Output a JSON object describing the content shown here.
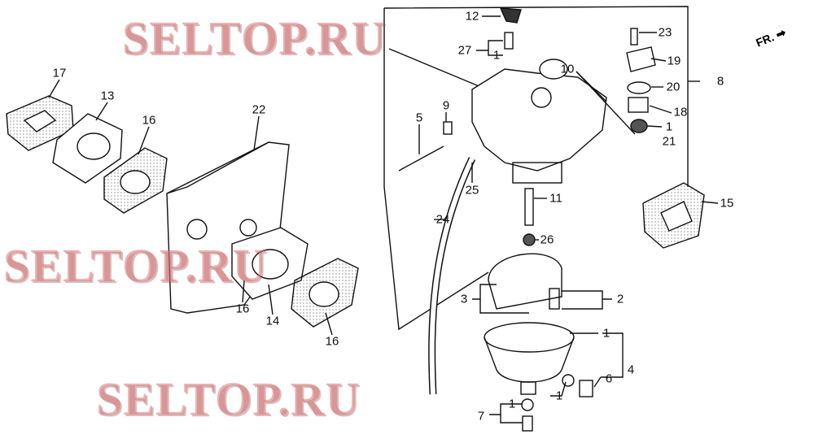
{
  "diagram": {
    "orientation_label": "FR.",
    "watermarks": [
      "SELTOP.RU",
      "SELTOP.RU",
      "SELTOP.RU"
    ],
    "callouts": [
      "17",
      "13",
      "16",
      "22",
      "16",
      "14",
      "16",
      "5",
      "9",
      "12",
      "27",
      "1",
      "10",
      "23",
      "19",
      "20",
      "8",
      "18",
      "1",
      "21",
      "25",
      "11",
      "24",
      "26",
      "15",
      "3",
      "2",
      "1",
      "4",
      "6",
      "1",
      "7",
      "1"
    ]
  }
}
